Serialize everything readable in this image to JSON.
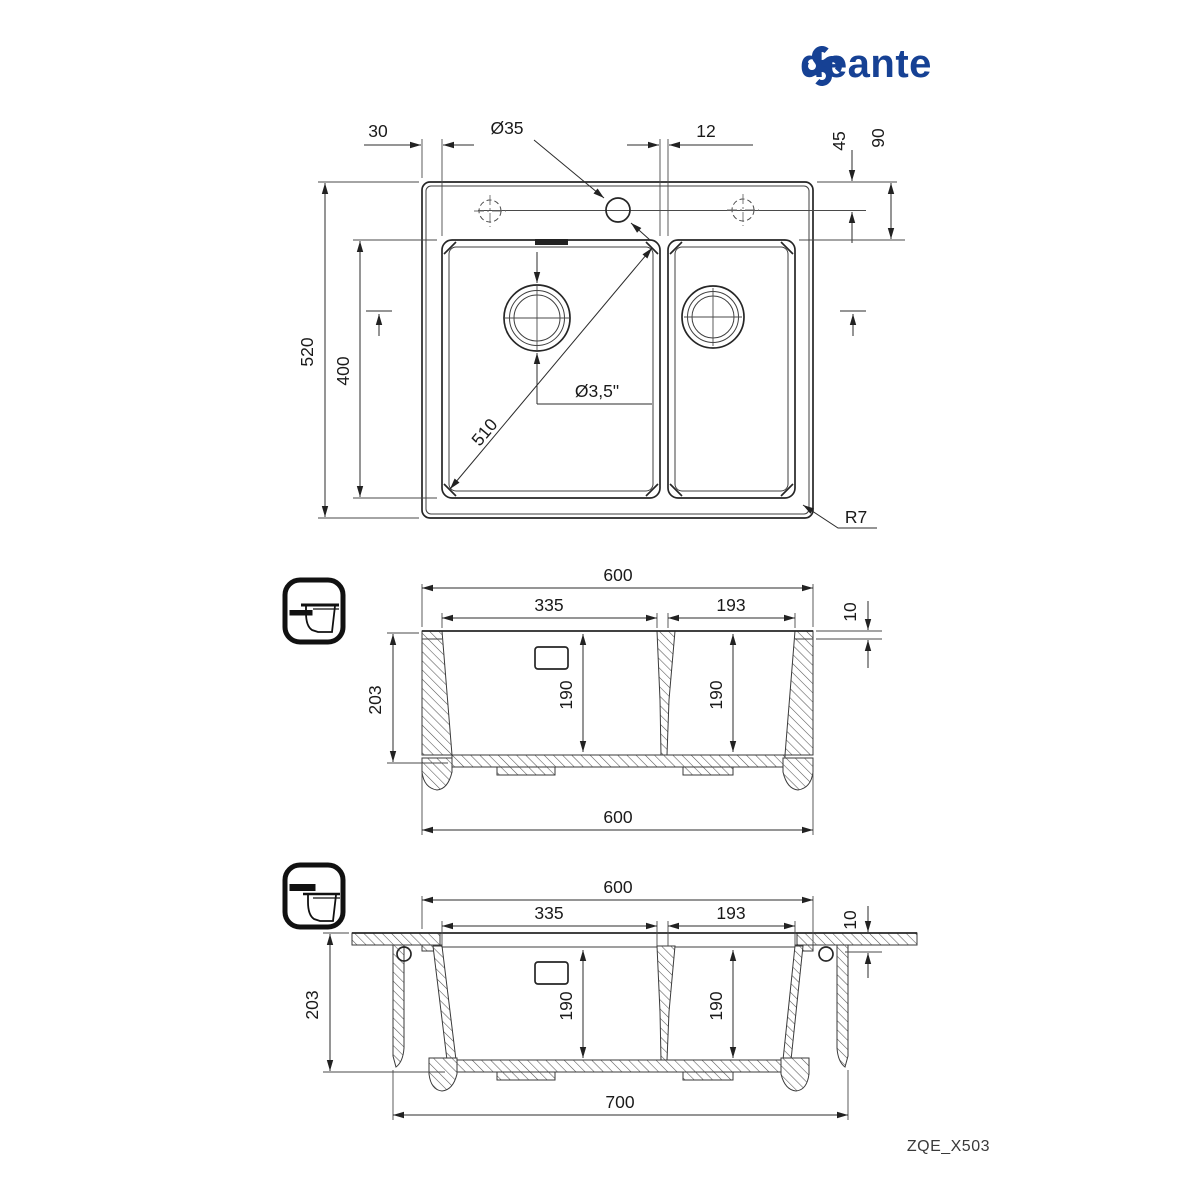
{
  "brand": {
    "logo_text": "deante",
    "color": "#164194"
  },
  "model_code": "ZQE_X503",
  "line_color": "#2b2b2b",
  "top_view": {
    "dim_left_margin": "30",
    "dim_faucet_hole": "Ø35",
    "dim_divider": "12",
    "dim_hole_offset": "45",
    "dim_deck_depth": "90",
    "dim_overall_depth": "520",
    "dim_bowl_depth": "400",
    "dim_diagonal": "510",
    "dim_drain": "Ø3,5\"",
    "dim_corner_radius": "R7"
  },
  "section_inset": {
    "dim_overall_width_top": "600",
    "dim_main_bowl_width": "335",
    "dim_small_bowl_width": "193",
    "dim_rim_height": "10",
    "dim_total_depth": "203",
    "dim_main_bowl_inner_depth": "190",
    "dim_small_bowl_inner_depth": "190",
    "dim_overall_width_bottom": "600"
  },
  "section_flush": {
    "dim_overall_width": "600",
    "dim_main_bowl_width": "335",
    "dim_small_bowl_width": "193",
    "dim_rim_height": "10",
    "dim_total_depth": "203",
    "dim_main_bowl_inner_depth": "190",
    "dim_small_bowl_inner_depth": "190",
    "dim_cabinet_width": "700"
  }
}
